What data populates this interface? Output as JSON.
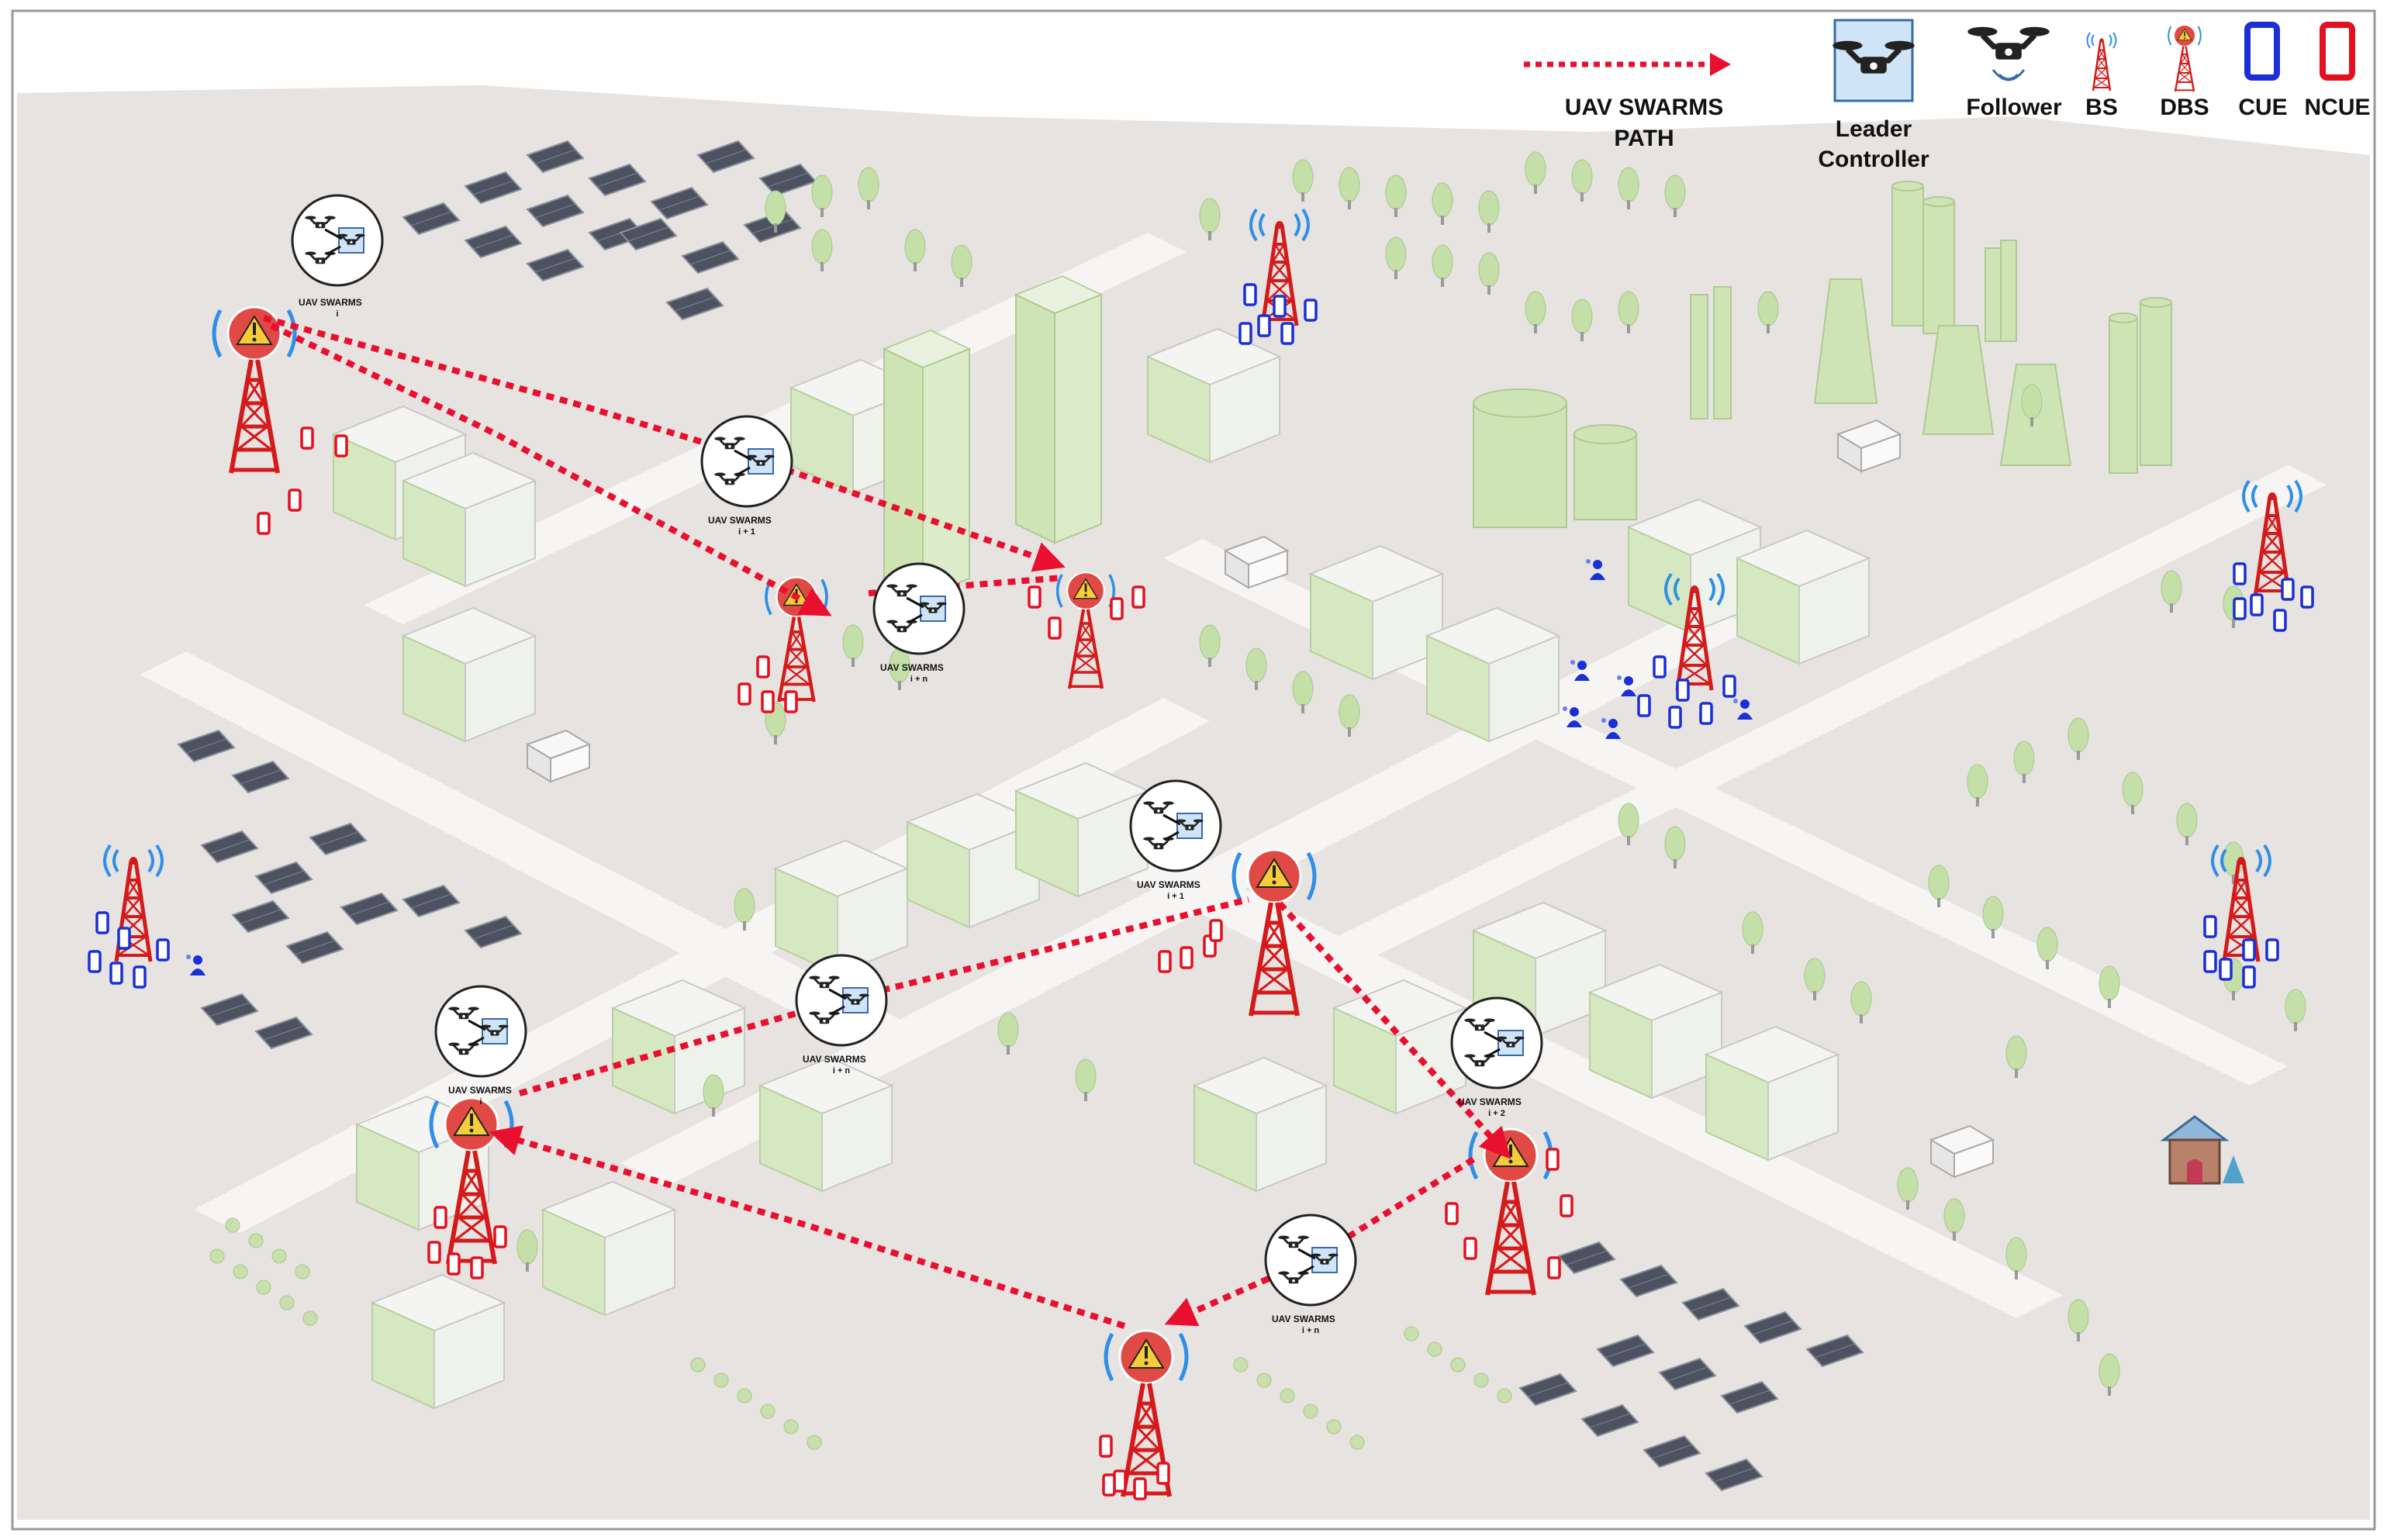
{
  "legend": {
    "path_label_line1": "UAV SWARMS",
    "path_label_line2": "PATH",
    "leader_label_line1": "Leader",
    "leader_label_line2": "Controller",
    "follower_label": "Follower",
    "bs_label": "BS",
    "dbs_label": "DBS",
    "cue_label": "CUE",
    "ncue_label": "NCUE"
  },
  "swarms": [
    {
      "label": "UAV SWARMS",
      "sub": "i"
    },
    {
      "label": "UAV SWARMS",
      "sub": "i + 1"
    },
    {
      "label": "UAV SWARMS",
      "sub": "i + n"
    },
    {
      "label": "UAV SWARMS",
      "sub": "i + 1"
    },
    {
      "label": "UAV SWARMS",
      "sub": "i + n"
    },
    {
      "label": "UAV SWARMS",
      "sub": "i"
    },
    {
      "label": "UAV SWARMS",
      "sub": "i + 2"
    },
    {
      "label": "UAV SWARMS",
      "sub": "i + n"
    }
  ],
  "colors": {
    "path": "#e8102e",
    "cue": "#1a2fd6",
    "ncue": "#e3101f",
    "tower_red": "#d41a1a",
    "signal_blue": "#2f8fe6",
    "building_green": "#cfe4b4",
    "ground": "#e6e3e1"
  }
}
